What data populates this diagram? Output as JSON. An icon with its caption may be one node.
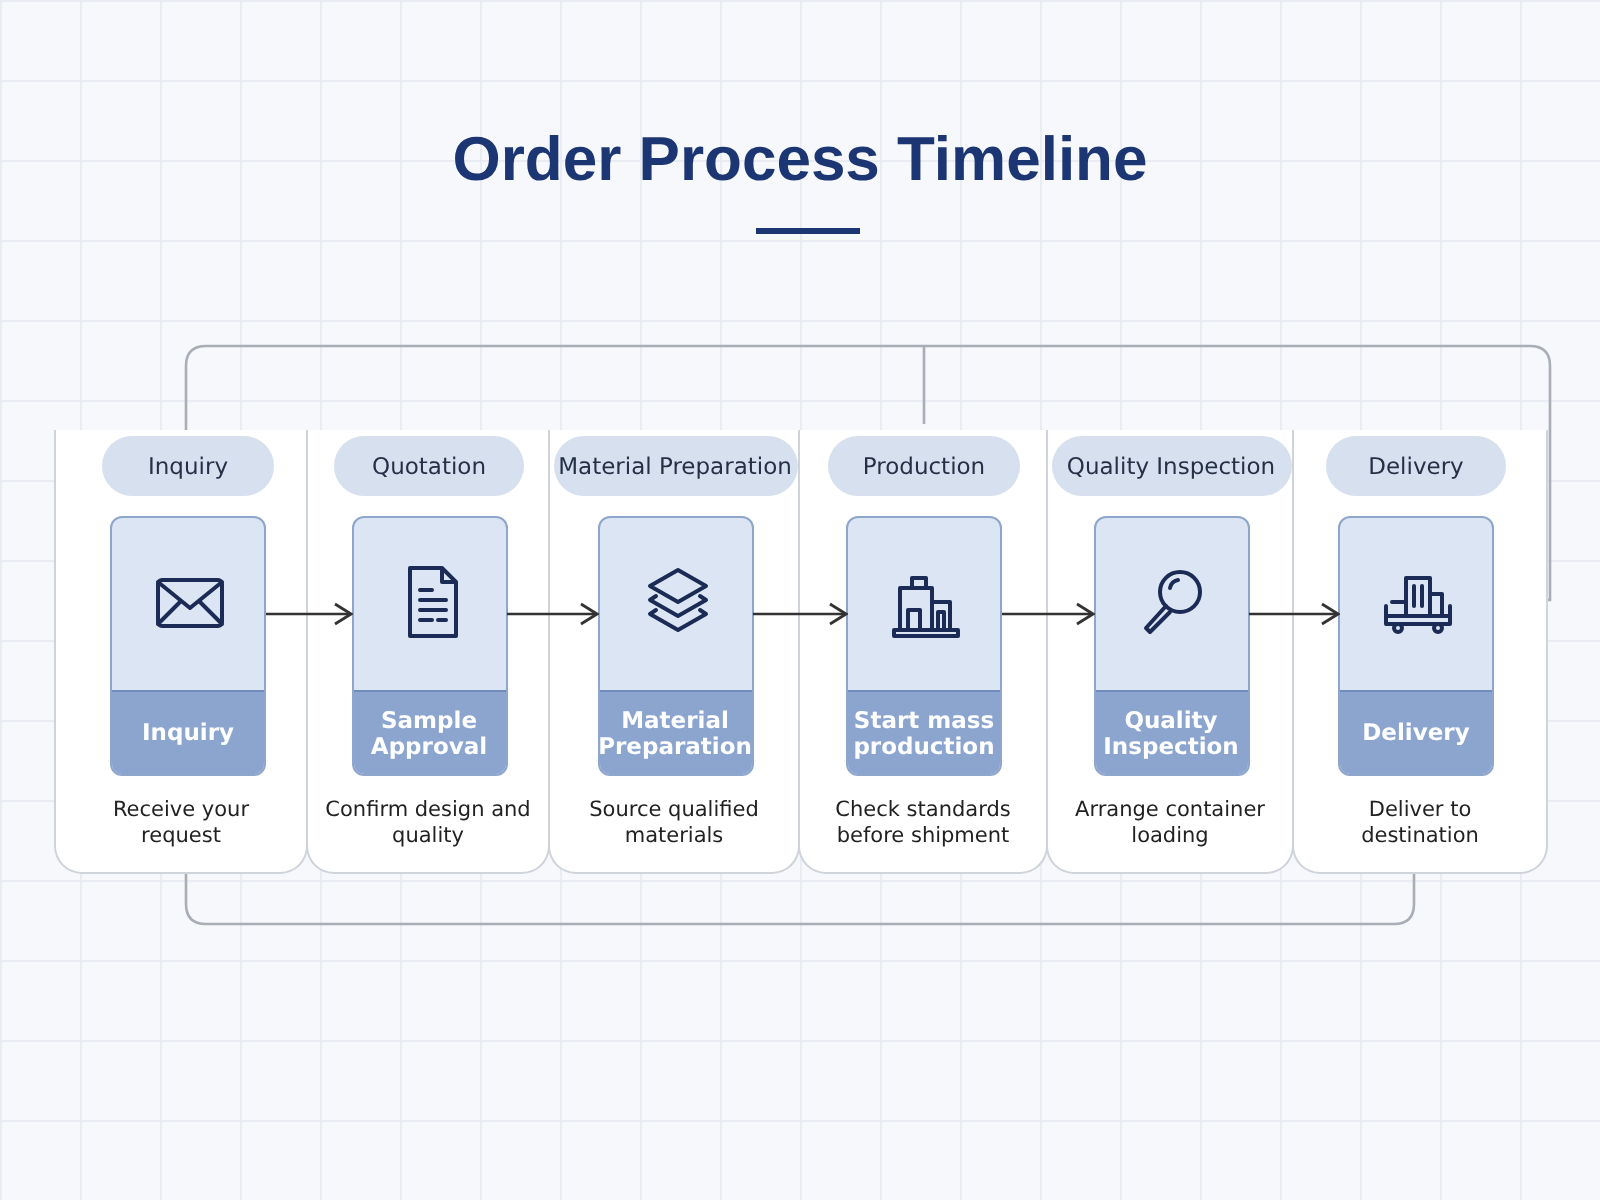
{
  "diagram": {
    "title": "Order Process Timeline",
    "nodes": [
      {
        "text": [
          "Receive your request"
        ]
      },
      {
        "text": [
          "Inquiry"
        ],
        "in": 0
      },
      {
        "text": [
          "Inquiry"
        ],
        "in": 0
      },
      {
        "text": [
          "Confirm design and quality"
        ]
      },
      {
        "text": [
          "Quotation"
        ],
        "in": 3
      },
      {
        "text": [
          "Sample Approval"
        ],
        "in": 3
      },
      {
        "text": [
          "Source qualified materials"
        ]
      },
      {
        "text": [
          "Material Preparation"
        ],
        "in": 6
      },
      {
        "text": [
          "Material Preparation"
        ],
        "in": 6
      },
      {
        "text": [
          "Check standards before shipment"
        ]
      },
      {
        "text": [
          "Production"
        ],
        "in": 9
      },
      {
        "text": [
          "Start mass production"
        ],
        "in": 9
      },
      {
        "text": [
          "Arrange container loading"
        ]
      },
      {
        "text": [
          "Quality Inspection"
        ],
        "in": 12
      },
      {
        "text": [
          "Quality Inspection"
        ],
        "in": 12
      },
      {
        "text": [
          "Deliver to destination"
        ]
      },
      {
        "text": [
          "Delivery"
        ],
        "in": 15
      },
      {
        "text": [
          "Delivery"
        ],
        "in": 15
      }
    ],
    "edges": [
      {
        "from": 2,
        "to": 5,
        "arrow": "to"
      },
      {
        "from": 5,
        "to": 8,
        "arrow": "to"
      },
      {
        "from": 8,
        "to": 11,
        "arrow": "to"
      },
      {
        "from": 11,
        "to": 14,
        "arrow": "to"
      },
      {
        "from": 14,
        "to": 17,
        "arrow": "to"
      }
    ]
  }
}
